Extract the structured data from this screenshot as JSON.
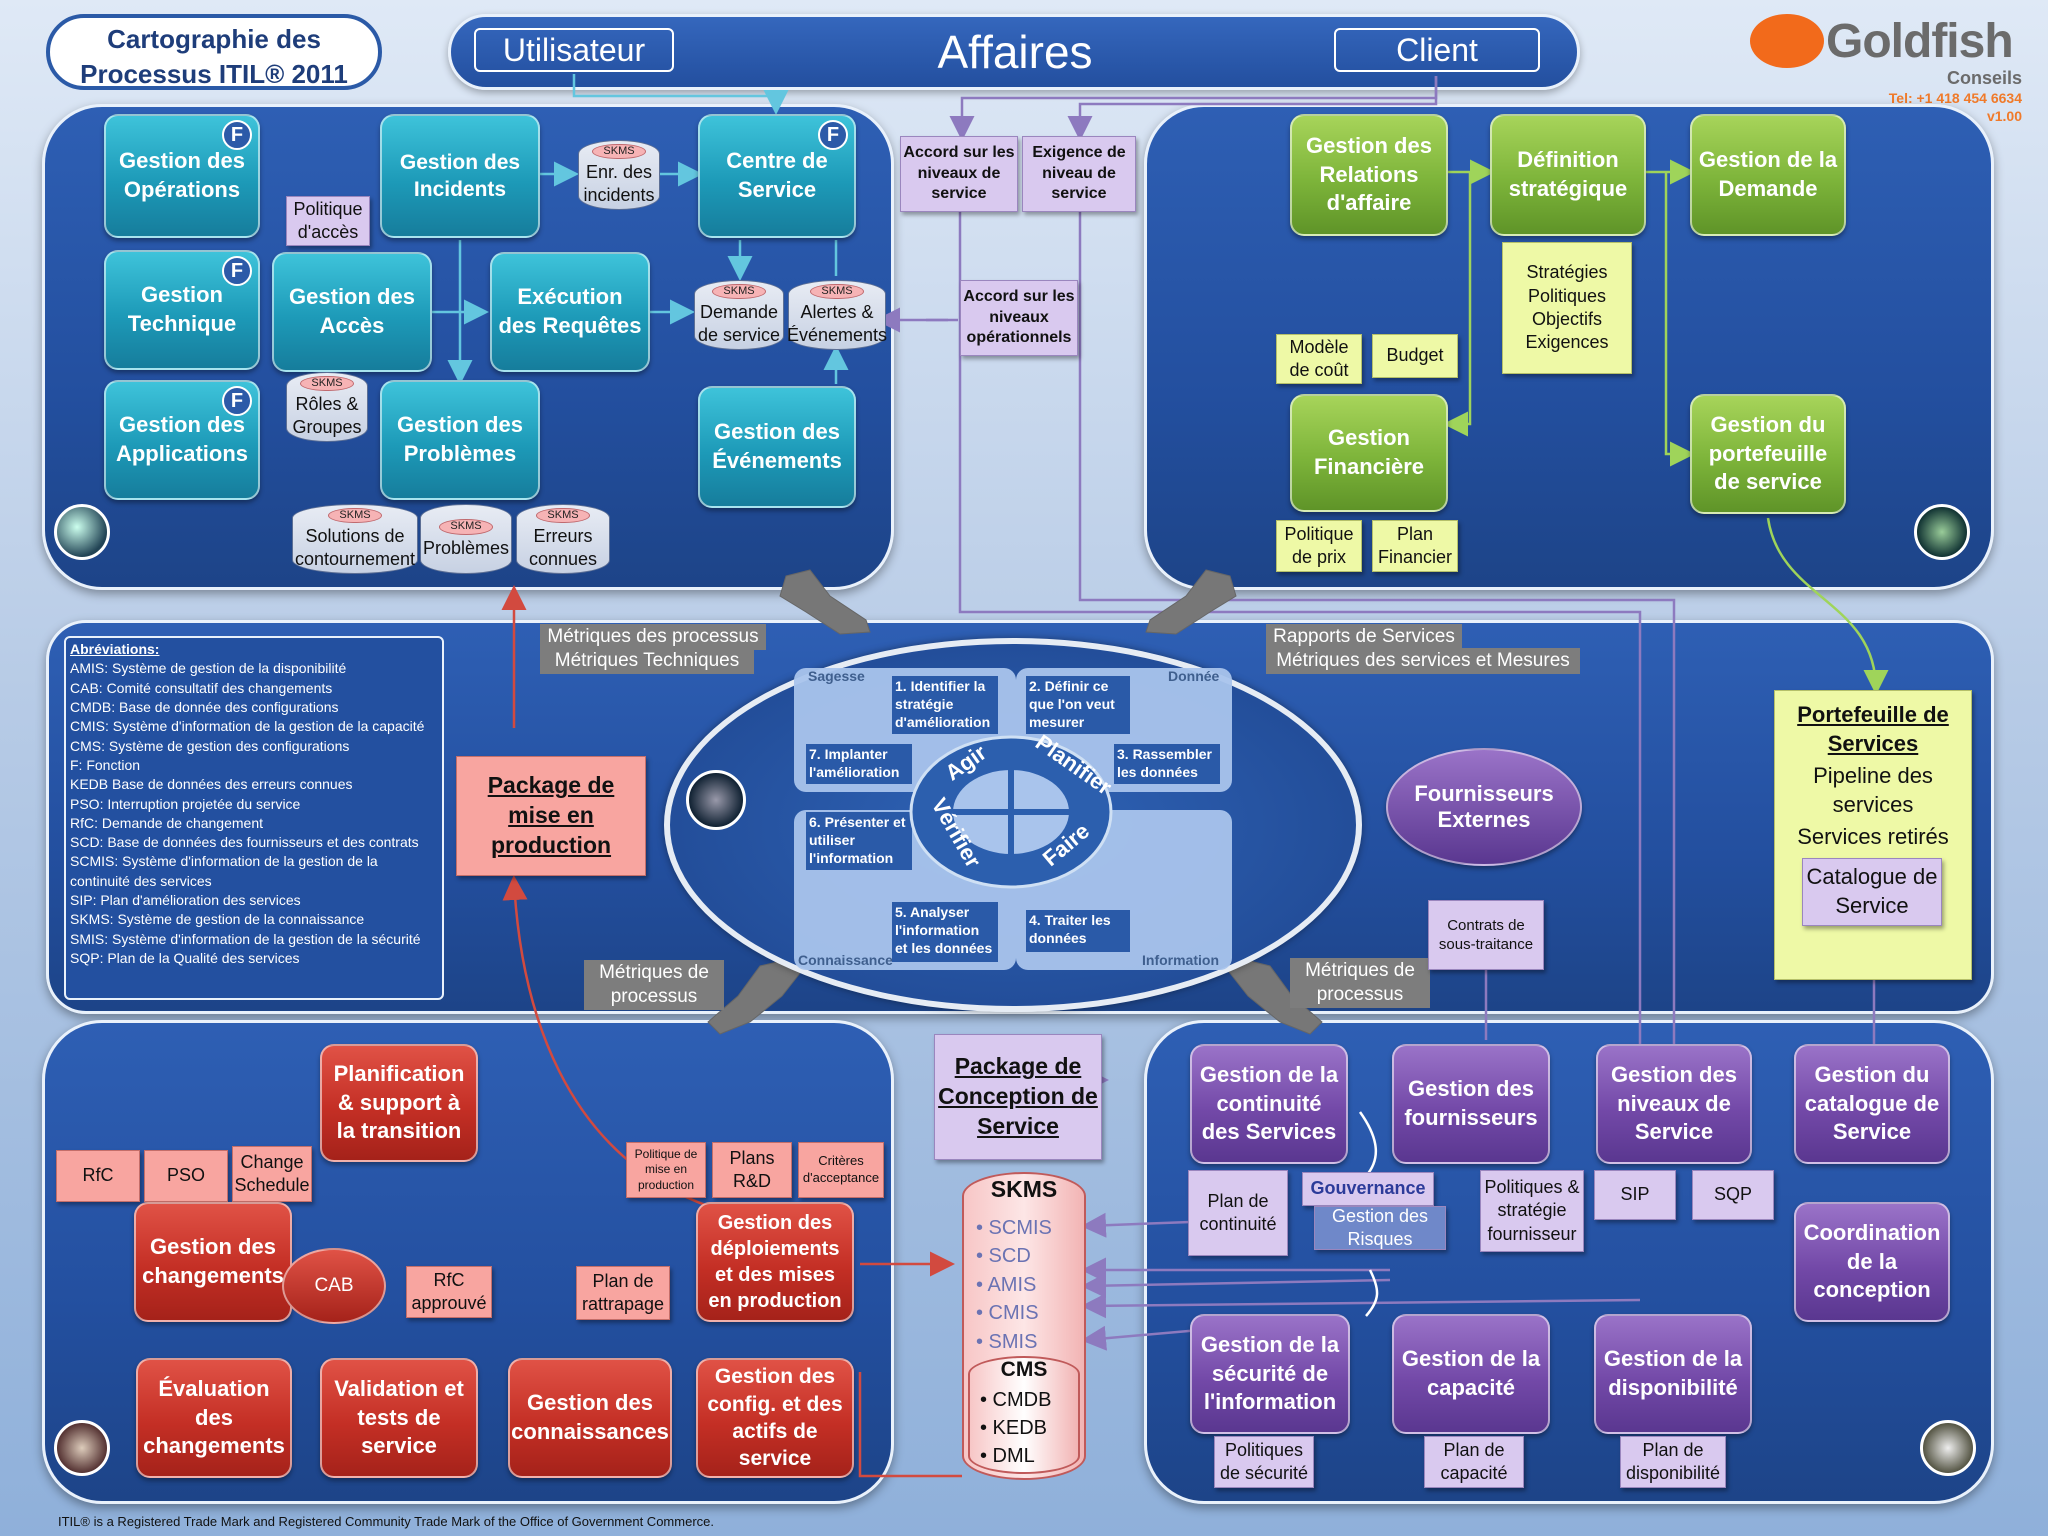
{
  "title": {
    "line1": "Cartographie des",
    "line2": "Processus ITIL® 2011"
  },
  "business": {
    "user": "Utilisateur",
    "center": "Affaires",
    "client": "Client"
  },
  "logo": {
    "brand": "Goldfish",
    "sub": "Conseils",
    "tel": "Tel: +1 418 454 6634",
    "version": "v1.00"
  },
  "f_marker": "F",
  "skms_tag": "SKMS",
  "operations": {
    "ops": "Gestion des Opérations",
    "incidents": "Gestion des Incidents",
    "centre": "Centre de Service",
    "technique": "Gestion Technique",
    "acces": "Gestion des Accès",
    "requetes": "Exécution des Requêtes",
    "applications": "Gestion des Applications",
    "problemes": "Gestion des Problèmes",
    "evenements": "Gestion des Événements",
    "politique_acces": "Politique d'accès",
    "db_incidents": "Enr. des incidents",
    "db_demande": "Demande de service",
    "db_alertes": "Alertes & Événements",
    "db_roles": "Rôles & Groupes",
    "db_solutions": "Solutions de contournement",
    "db_problemes": "Problèmes",
    "db_erreurs": "Erreurs connues"
  },
  "agreements": {
    "accord_niveaux": "Accord sur les niveaux de service",
    "exigence": "Exigence de niveau de service",
    "accord_ops": "Accord sur les niveaux opérationnels"
  },
  "strategy": {
    "relations": "Gestion des Relations d'affaire",
    "definition": "Définition stratégique",
    "demande": "Gestion de la Demande",
    "strategies_note": "Stratégies Politiques Objectifs Exigences",
    "modele_cout": "Modèle de coût",
    "budget": "Budget",
    "financiere": "Gestion Financière",
    "portefeuille_gestion": "Gestion du portefeuille de service",
    "politique_prix": "Politique de prix",
    "plan_financier": "Plan Financier"
  },
  "middle": {
    "metriques_proc_tech_1": "Métriques des processus",
    "metriques_proc_tech_2": "Métriques Techniques",
    "rapports_1": "Rapports de Services",
    "rapports_2": "Métriques des services et Mesures",
    "package_prod": "Package de mise en production",
    "fournisseurs_ext": "Fournisseurs Externes",
    "contrats": "Contrats de sous-traitance",
    "metriques_bas_gauche": "Métriques de processus",
    "metriques_bas_droite": "Métriques de processus",
    "portefeuille": {
      "title": "Portefeuille de Services",
      "pipeline": "Pipeline des services",
      "retires": "Services retirés",
      "catalogue": "Catalogue de Service"
    }
  },
  "csi": {
    "sagesse": "Sagesse",
    "donnee": "Donnée",
    "connaissance": "Connaissance",
    "information": "Information",
    "s1": "1. Identifier la stratégie d'amélioration",
    "s2": "2. Définir ce que l'on veut mesurer",
    "s3": "3. Rassembler les données",
    "s4": "4. Traiter les données",
    "s5": "5. Analyser l'information et les données",
    "s6": "6. Présenter et utiliser l'information",
    "s7": "7. Implanter l'amélioration",
    "agir": "Agir",
    "planifier": "Planifier",
    "faire": "Faire",
    "verifier": "Vérifier"
  },
  "abbreviations": {
    "heading": "Abréviations:",
    "items": [
      "AMIS: Système de gestion de la disponibilité",
      "CAB: Comité consultatif des changements",
      "CMDB: Base de donnée des configurations",
      "CMIS: Système d'information  de la gestion de la capacité",
      "CMS: Système de gestion des configurations",
      "F: Fonction",
      "KEDB Base de données des erreurs connues",
      "PSO: Interruption projetée du service",
      "RfC: Demande de changement",
      "SCD: Base de données des fournisseurs et des contrats",
      "SCMIS: Système d'information de la gestion de la continuité des services",
      "SIP: Plan d'amélioration des services",
      "SKMS: Système de gestion de la connaissance",
      "SMIS: Système d'information de la gestion de la sécurité",
      "SQP: Plan de la Qualité des services"
    ]
  },
  "transition": {
    "planification": "Planification & support à la transition",
    "rfc": "RfC",
    "pso": "PSO",
    "change_schedule": "Change Schedule",
    "changements": "Gestion des changements",
    "cab": "CAB",
    "rfc_approuve": "RfC approuvé",
    "politique_mise": "Politique de mise en production",
    "plans_rd": "Plans R&D",
    "criteres": "Critères d'acceptance",
    "deploiements": "Gestion des déploiements et des mises en production",
    "plan_rattrapage": "Plan de rattrapage",
    "evaluation": "Évaluation des changements",
    "validation": "Validation et tests de service",
    "connaissances": "Gestion des connaissances",
    "config": "Gestion des config. et des actifs de service"
  },
  "skms_db": {
    "title": "SKMS",
    "items": [
      "• SCMIS",
      "• SCD",
      "• AMIS",
      "• CMIS",
      "• SMIS"
    ],
    "cms": "CMS",
    "cms_items": [
      "• CMDB",
      "• KEDB",
      "• DML"
    ]
  },
  "design": {
    "package": "Package de Conception de Service",
    "continuite": "Gestion de la continuité des Services",
    "fournisseurs": "Gestion des fournisseurs",
    "niveaux": "Gestion des niveaux de Service",
    "catalogue": "Gestion du catalogue de Service",
    "plan_continuite": "Plan de continuité",
    "gouvernance": "Gouvernance",
    "risques": "Gestion des Risques",
    "politiques_fourn": "Politiques & stratégie fournisseur",
    "sip": "SIP",
    "sqp": "SQP",
    "coordination": "Coordination de la conception",
    "securite": "Gestion de la sécurité de l'information",
    "capacite": "Gestion de la capacité",
    "disponibilite": "Gestion de la disponibilité",
    "politiques_securite": "Politiques de sécurité",
    "plan_capacite": "Plan de capacité",
    "plan_disponibilite": "Plan de disponibilité"
  },
  "footer": "ITIL® is a Registered Trade Mark and Registered Community Trade Mark of the Office of Government Commerce."
}
